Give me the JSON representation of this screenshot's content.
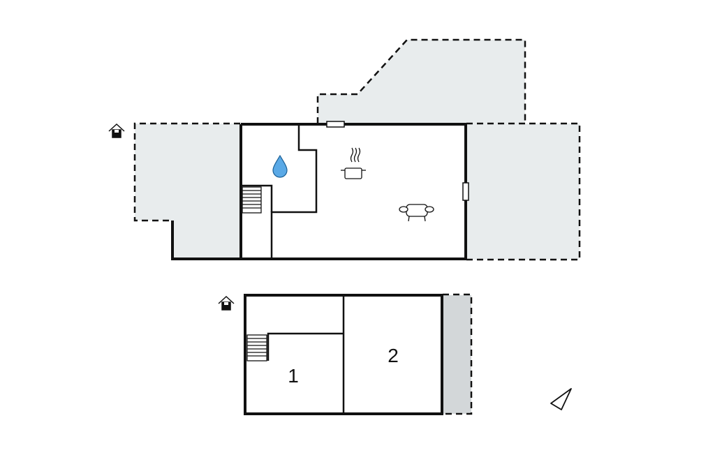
{
  "floors": [
    {
      "level": "ground",
      "rooms": [],
      "icons": [
        "home-icon",
        "water-drop-icon",
        "cooking-pot-icon",
        "sofa-icon",
        "staircase-icon"
      ]
    },
    {
      "level": "upper",
      "rooms": [
        {
          "label": "1"
        },
        {
          "label": "2"
        }
      ],
      "icons": [
        "home-icon",
        "staircase-icon"
      ]
    }
  ],
  "colors": {
    "outdoor_area": "#e8eced",
    "balcony": "#d3d7d9",
    "wall": "#111111"
  },
  "compass": {
    "icon": "north-arrow-icon"
  }
}
